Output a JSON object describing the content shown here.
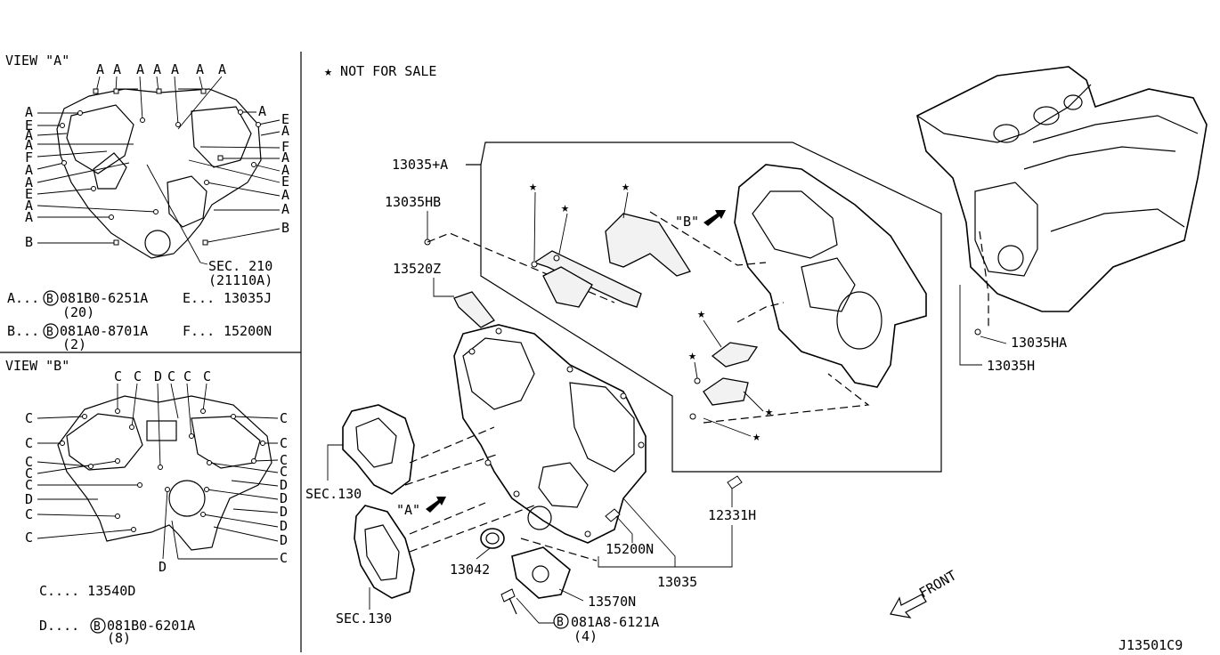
{
  "note": "★ NOT FOR SALE",
  "figure_id": "J13501C9",
  "front_label": "FRONT",
  "view_a": {
    "title": "VIEW \"A\"",
    "letter_a": "A",
    "letter_b": "B",
    "letter_e": "E",
    "letter_f": "F",
    "sec_ref": "SEC. 210",
    "sec_sub": "(21110A)",
    "legend": [
      {
        "key": "A...",
        "part": "081B0-6251A",
        "qty": "(20)"
      },
      {
        "key": "B...",
        "part": "081A0-8701A",
        "qty": "(2)"
      }
    ],
    "legend_right": [
      {
        "key": "E...",
        "part": "13035J"
      },
      {
        "key": "F...",
        "part": "15200N"
      }
    ]
  },
  "view_b": {
    "title": "VIEW \"B\"",
    "letter_c": "C",
    "letter_d": "D",
    "legend_c": "C.... 13540D",
    "legend_d_key": "D....",
    "legend_d_part": "081B0-6201A",
    "legend_d_qty": "(8)"
  },
  "main": {
    "labels": {
      "p13035_a": "13035+A",
      "p13035hb": "13035HB",
      "p13520z": "13520Z",
      "sec130_upper": "SEC.130",
      "sec130_lower": "SEC.130",
      "p13042": "13042",
      "p13570n": "13570N",
      "bolt_part": "081A8-6121A",
      "bolt_qty": "(4)",
      "p15200n": "15200N",
      "p13035": "13035",
      "p12331h": "12331H",
      "p13035ha": "13035HA",
      "p13035h": "13035H",
      "view_a_tag": "\"A\"",
      "view_b_tag": "\"B\""
    },
    "star": "★",
    "circle_b": "B"
  }
}
